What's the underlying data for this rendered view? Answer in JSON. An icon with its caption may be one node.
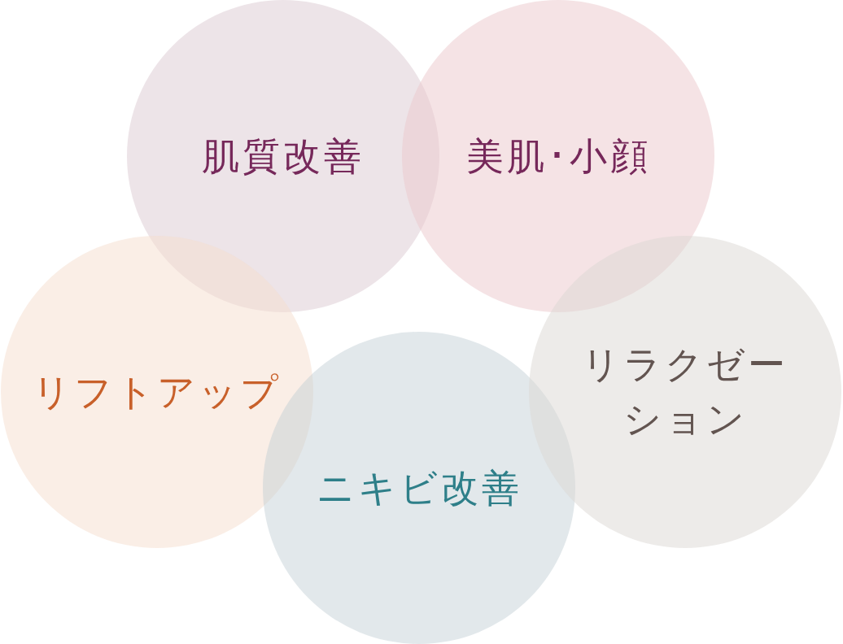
{
  "diagram": {
    "nodes": [
      {
        "text": [
          "肌質改善"
        ]
      },
      {
        "text": [
          "美肌･小顔"
        ]
      },
      {
        "text": [
          "リフトアップ"
        ]
      },
      {
        "text": [
          "ニキビ改善"
        ]
      },
      {
        "text": [
          "リラクゼーション"
        ]
      }
    ]
  }
}
